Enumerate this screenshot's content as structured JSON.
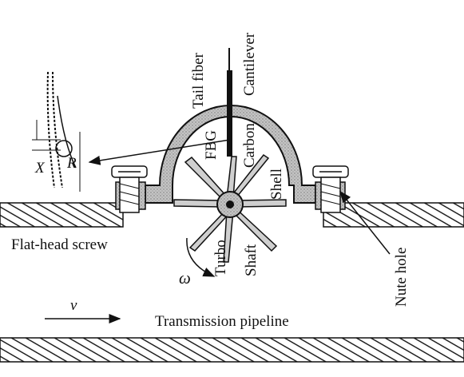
{
  "labels": {
    "tail_fiber": "Tail fiber",
    "cantilever": "Cantilever",
    "fbg": "FBG",
    "carbon": "Carbon",
    "shell": "Shell",
    "x_label": "X",
    "r_label": "R",
    "flat_head_screw": "Flat-head screw",
    "turbo": "Turbo",
    "shaft": "Shaft",
    "omega": "ω",
    "nute_hole": "Nute hole",
    "v": "v",
    "transmission_pipeline": "Transmission pipeline"
  },
  "colors": {
    "ink": "#111111",
    "shell_fill": "#b9b9b9",
    "hatch": "#222222",
    "background": "#ffffff"
  }
}
